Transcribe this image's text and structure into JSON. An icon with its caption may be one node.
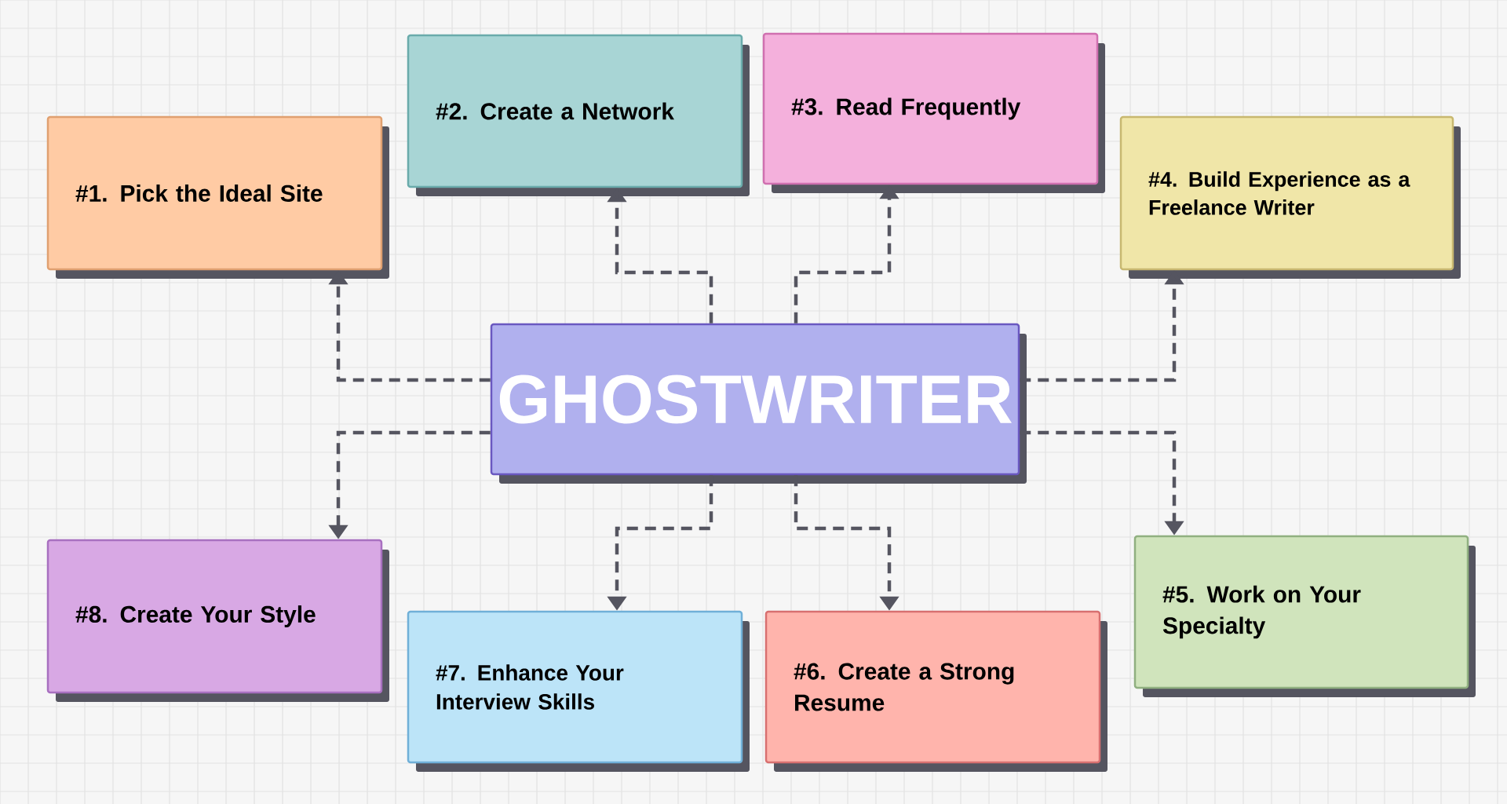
{
  "diagram": {
    "nodes": [
      {
        "text": [
          "GHOSTWRITER"
        ]
      },
      {
        "text": [
          "#1. Pick the Ideal Site"
        ]
      },
      {
        "text": [
          "#2. Create a Network"
        ]
      },
      {
        "text": [
          "#3. Read Frequently"
        ]
      },
      {
        "text": [
          "#4. Build Experience as a Freelance Writer"
        ]
      },
      {
        "text": [
          "#5. Work on Your Specialty"
        ]
      },
      {
        "text": [
          "#6. Create a Strong Resume"
        ]
      },
      {
        "text": [
          "#7. Enhance Your Interview Skills"
        ]
      },
      {
        "text": [
          "#8. Create Your Style"
        ]
      }
    ],
    "edges": [
      {
        "from": 0,
        "to": 1,
        "arrow": "to",
        "style": "dashed"
      },
      {
        "from": 0,
        "to": 2,
        "arrow": "to",
        "style": "dashed"
      },
      {
        "from": 0,
        "to": 3,
        "arrow": "to",
        "style": "dashed"
      },
      {
        "from": 0,
        "to": 4,
        "arrow": "to",
        "style": "dashed"
      },
      {
        "from": 0,
        "to": 5,
        "arrow": "to",
        "style": "dashed"
      },
      {
        "from": 0,
        "to": 6,
        "arrow": "to",
        "style": "dashed"
      },
      {
        "from": 0,
        "to": 7,
        "arrow": "to",
        "style": "dashed"
      },
      {
        "from": 0,
        "to": 8,
        "arrow": "to",
        "style": "dashed"
      }
    ]
  }
}
